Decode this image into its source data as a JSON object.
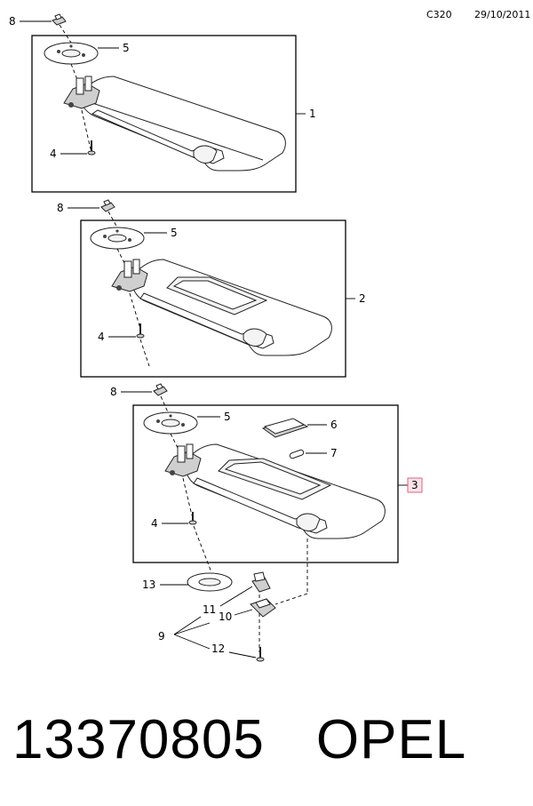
{
  "header": {
    "model_code": "C320",
    "date": "29/10/2011"
  },
  "callouts": {
    "c1": "1",
    "c2": "2",
    "c3": "3",
    "c4": "4",
    "c5": "5",
    "c6": "6",
    "c7": "7",
    "c8": "8",
    "c9": "9",
    "c10": "10",
    "c11": "11",
    "c12": "12",
    "c13": "13"
  },
  "footer": {
    "part_number": "13370805",
    "brand": "OPEL"
  },
  "colors": {
    "highlight_fill": "#fde4ea",
    "highlight_stroke": "#e0607c",
    "line": "#000000"
  }
}
